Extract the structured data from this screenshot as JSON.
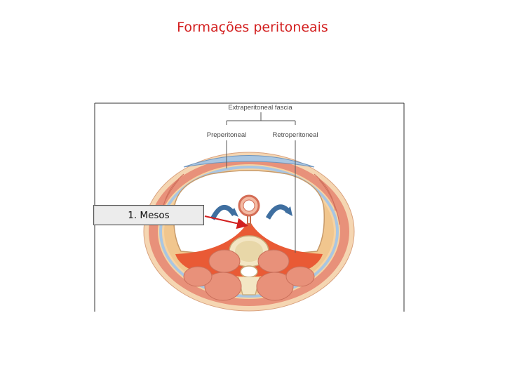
{
  "slide": {
    "title": "Formações peritoneais"
  },
  "figure": {
    "labels": {
      "fascia": "Extraperitoneal fascia",
      "preperitoneal": "Preperitoneal",
      "retroperitoneal": "Retroperitoneal"
    }
  },
  "callout": {
    "label": "1. Mesos"
  },
  "colors": {
    "title": "#d32020",
    "muscle": "#e8917a",
    "fat": "#f6d3a3",
    "fascia_blue": "#a9c6e2",
    "retroperitoneal_fill": "#e95a35",
    "bone": "#f3e6c4",
    "arrow_blue": "#3f6fa0",
    "pointer_red": "#d21f1f"
  }
}
